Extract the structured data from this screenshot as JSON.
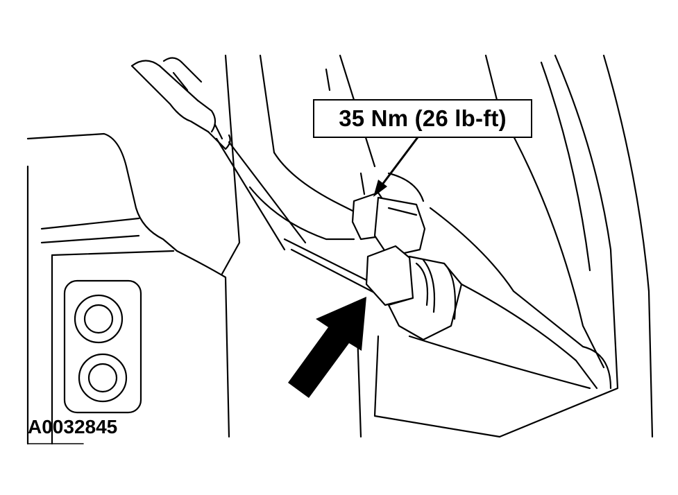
{
  "torque_spec": "35 Nm (26 lb-ft)",
  "figure_id": "A0032845",
  "colors": {
    "ink": "#000000",
    "paper": "#ffffff"
  },
  "icons": {
    "torque_arrow": "leader-arrow",
    "direction_arrow": "solid-pointer-arrow"
  }
}
